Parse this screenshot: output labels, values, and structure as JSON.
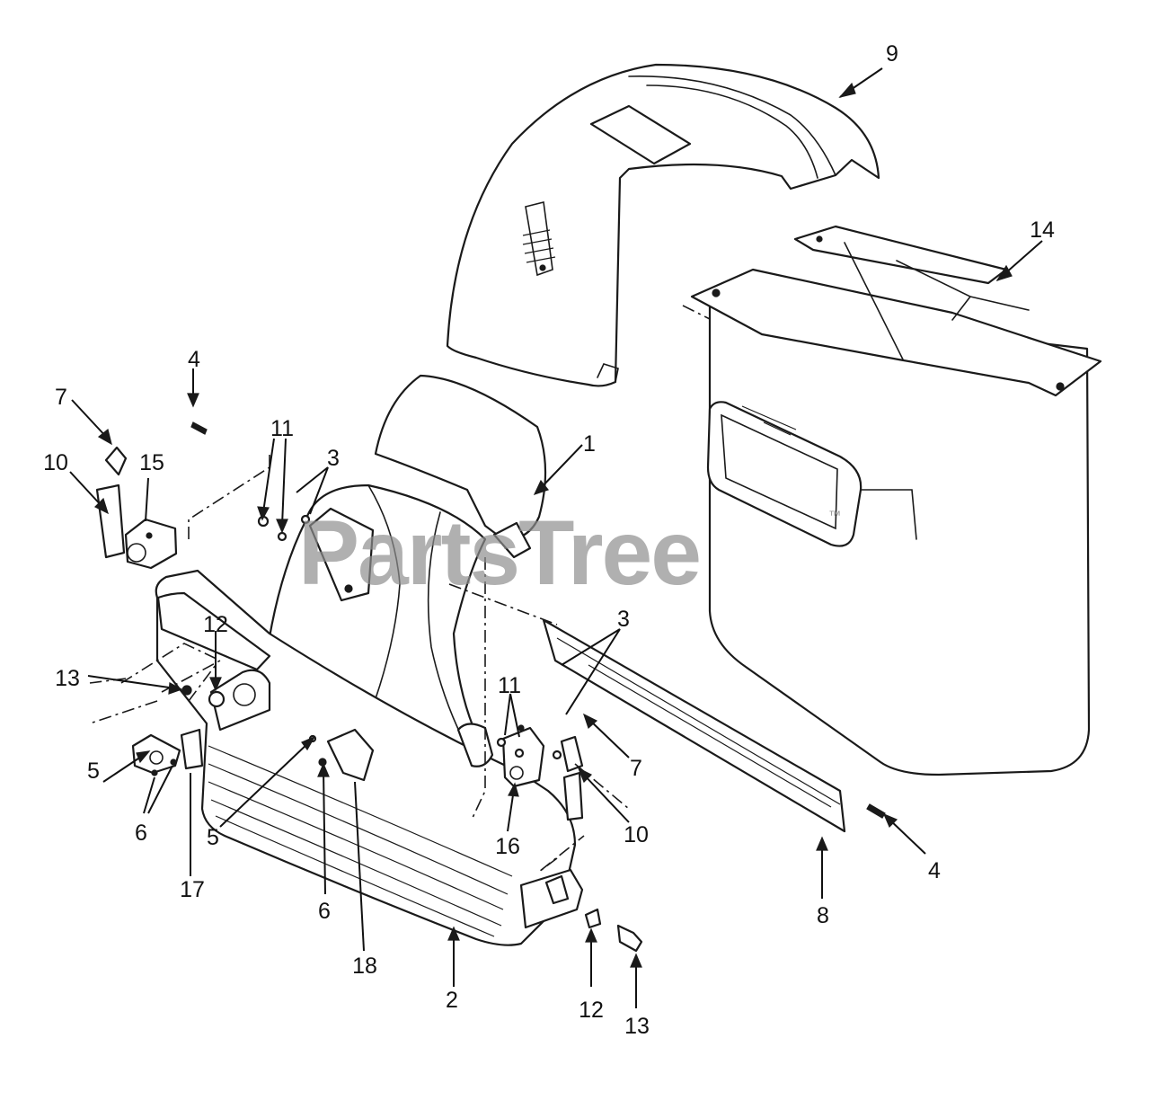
{
  "watermark": {
    "brand": "PartsTree",
    "trademark": "™"
  },
  "callouts": [
    {
      "id": "c9",
      "label": "9"
    },
    {
      "id": "c14",
      "label": "14"
    },
    {
      "id": "c4a",
      "label": "4"
    },
    {
      "id": "c7a",
      "label": "7"
    },
    {
      "id": "c10a",
      "label": "10"
    },
    {
      "id": "c15",
      "label": "15"
    },
    {
      "id": "c11a",
      "label": "11"
    },
    {
      "id": "c3a",
      "label": "3"
    },
    {
      "id": "c1",
      "label": "1"
    },
    {
      "id": "c12a",
      "label": "12"
    },
    {
      "id": "c13a",
      "label": "13"
    },
    {
      "id": "c3b",
      "label": "3"
    },
    {
      "id": "c11b",
      "label": "11"
    },
    {
      "id": "c7b",
      "label": "7"
    },
    {
      "id": "c5a",
      "label": "5"
    },
    {
      "id": "c6a",
      "label": "6"
    },
    {
      "id": "c5b",
      "label": "5"
    },
    {
      "id": "c17",
      "label": "17"
    },
    {
      "id": "c6b",
      "label": "6"
    },
    {
      "id": "c16",
      "label": "16"
    },
    {
      "id": "c10b",
      "label": "10"
    },
    {
      "id": "c4b",
      "label": "4"
    },
    {
      "id": "c8",
      "label": "8"
    },
    {
      "id": "c18",
      "label": "18"
    },
    {
      "id": "c2",
      "label": "2"
    },
    {
      "id": "c12b",
      "label": "12"
    },
    {
      "id": "c13b",
      "label": "13"
    }
  ]
}
